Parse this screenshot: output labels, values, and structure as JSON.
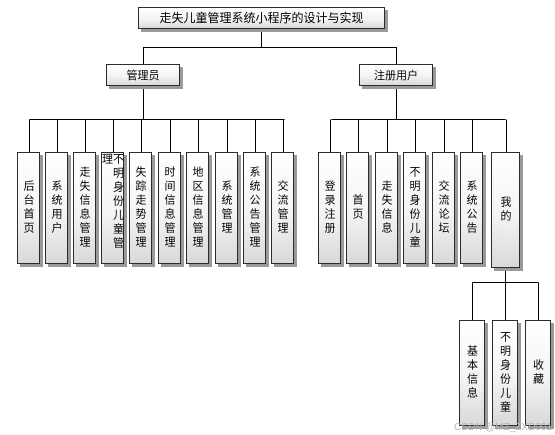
{
  "title": "走失儿童管理系统小程序的设计与实现",
  "admin": {
    "label": "管理员",
    "modules": [
      "后台首页",
      "系统用户",
      "走失信息管理",
      "不明身份儿童管理",
      "失踪走势管理",
      "时间信息管理",
      "地区信息管理",
      "系统管理",
      "系统公告管理",
      "交流管理"
    ]
  },
  "user": {
    "label": "注册用户",
    "modules": [
      "登录注册",
      "首页",
      "走失信息",
      "不明身份儿童",
      "交流论坛",
      "系统公告",
      "我的"
    ],
    "mine": {
      "children": [
        "基本信息",
        "不明身份儿童",
        "收藏"
      ]
    }
  },
  "watermark": "CSDN @MZ_ZXD001"
}
